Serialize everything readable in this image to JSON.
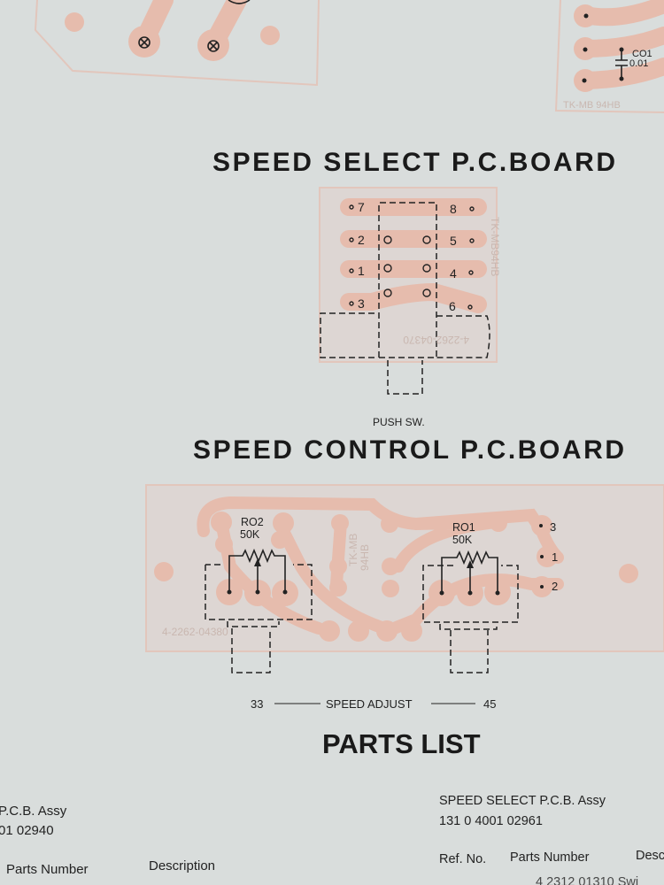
{
  "colors": {
    "paper": "#d9dddc",
    "copper": "#e6bcad",
    "ink": "#1a1a1a"
  },
  "top_right_board": {
    "cap_ref": "CO1",
    "cap_value": "0.01",
    "board_mark": "TK-MB 94HB"
  },
  "speed_select": {
    "title": "SPEED SELECT P.C.BOARD",
    "left_pins": [
      "7",
      "2",
      "1",
      "3"
    ],
    "right_pins": [
      "8",
      "5",
      "4",
      "6"
    ],
    "board_mark": "TK-MB94HB",
    "part_mark": "4-2262-04370",
    "switch_label": "PUSH SW."
  },
  "speed_control": {
    "title": "SPEED CONTROL P.C.BOARD",
    "r02": {
      "ref": "RO2",
      "value": "50K"
    },
    "r01": {
      "ref": "RO1",
      "value": "50K"
    },
    "pins": [
      "3",
      "1",
      "2"
    ],
    "board_mark_1": "TK-MB",
    "board_mark_2": "94HB",
    "part_mark": "4-2262-04380",
    "adjust_left": "33",
    "adjust_label": "SPEED ADJUST",
    "adjust_right": "45"
  },
  "parts_list": {
    "title": "PARTS LIST",
    "left_assy": {
      "name": "P.C.B. Assy",
      "number": "01 02940",
      "col_parts_number": "Parts Number",
      "col_description": "Description"
    },
    "right_assy": {
      "name": "SPEED SELECT P.C.B. Assy",
      "number": "131 0 4001 02961",
      "col_ref": "Ref. No.",
      "col_parts_number": "Parts Number",
      "col_description": "Desc",
      "first_row": "4 2312 01310  Swi"
    }
  }
}
